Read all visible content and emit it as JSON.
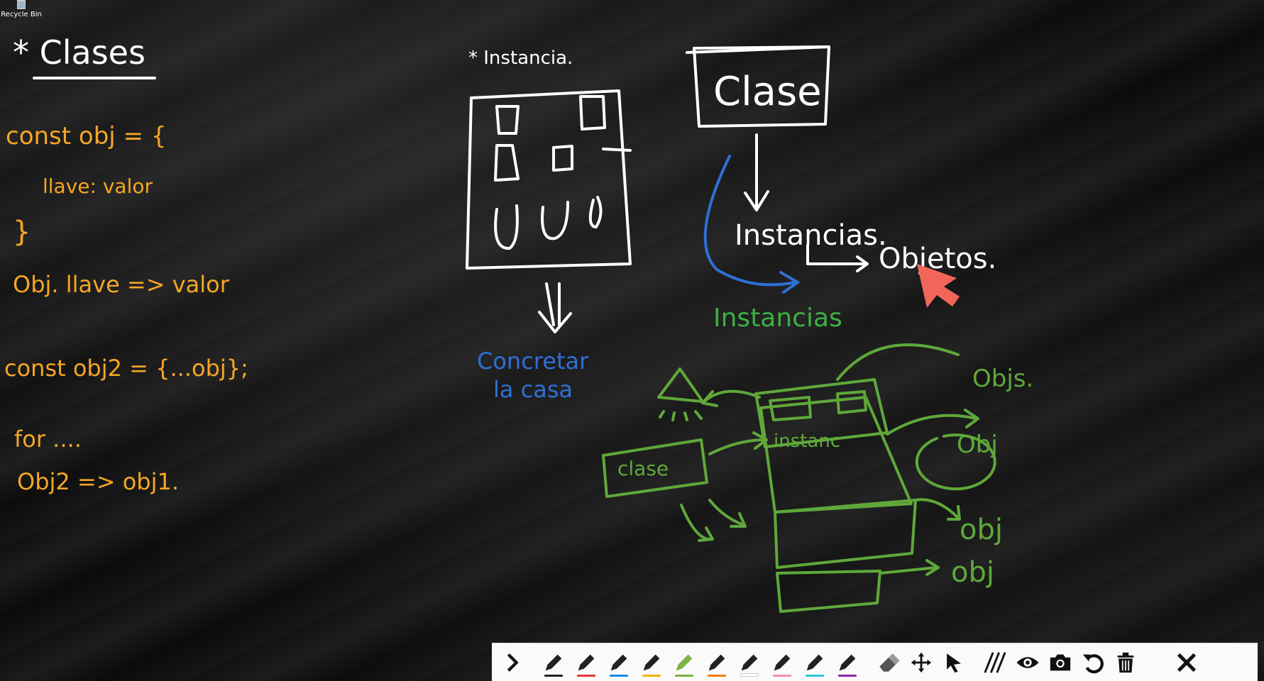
{
  "desktop": {
    "recycle_bin_label": "Recycle Bin"
  },
  "left_notes": {
    "heading": "* Clases",
    "lines": [
      "const obj = {",
      "llave: valor",
      "}",
      "Obj. llave => valor",
      "const obj2 = {...obj};",
      "for ....",
      "Obj2 => obj1."
    ],
    "color": "#f5a623"
  },
  "center_notes": {
    "title": "* Instancia.",
    "caption_line1": "Concretar",
    "caption_line2": "la casa",
    "caption_color": "#2f6fd6"
  },
  "right_notes": {
    "box_label": "Clase",
    "instances_label": "Instancias.",
    "objects_label": "Objetos.",
    "blue_label": "Instancias",
    "blue_label_color": "#3cb043",
    "arrow_color": "#2f6fd6"
  },
  "green_diagram": {
    "color": "#5fa83a",
    "class_box_label": "clase",
    "instance_label": "instanc",
    "obj_circle_label": "Obj",
    "objs_label": "Objs.",
    "obj_label_1": "obj",
    "obj_label_2": "obj"
  },
  "pointer": {
    "color": "#f2665a"
  },
  "toolbar": {
    "tools": [
      {
        "name": "collapse",
        "icon": "chevron-right-icon"
      },
      {
        "name": "pen-black",
        "icon": "pen-icon",
        "color": "#222222"
      },
      {
        "name": "pen-red",
        "icon": "pen-icon",
        "color": "#e53935"
      },
      {
        "name": "pen-blue",
        "icon": "pen-icon",
        "color": "#1e88e5"
      },
      {
        "name": "pen-yellow",
        "icon": "pen-icon",
        "color": "#f5b400"
      },
      {
        "name": "pen-green",
        "icon": "pen-icon",
        "color": "#7cb342"
      },
      {
        "name": "pen-orange",
        "icon": "pen-icon",
        "color": "#f57c00"
      },
      {
        "name": "pen-white",
        "icon": "pen-icon",
        "color": "#ffffff"
      },
      {
        "name": "pen-pink",
        "icon": "pen-icon",
        "color": "#f48fb1"
      },
      {
        "name": "pen-teal",
        "icon": "pen-icon",
        "color": "#26c6da"
      },
      {
        "name": "pen-purple",
        "icon": "pen-icon",
        "color": "#8e24aa"
      },
      {
        "name": "eraser",
        "icon": "eraser-icon"
      },
      {
        "name": "move",
        "icon": "move-icon"
      },
      {
        "name": "select",
        "icon": "pointer-icon"
      },
      {
        "name": "lines",
        "icon": "hatch-icon"
      },
      {
        "name": "visibility",
        "icon": "eye-icon"
      },
      {
        "name": "screenshot",
        "icon": "camera-icon"
      },
      {
        "name": "undo",
        "icon": "undo-icon"
      },
      {
        "name": "clear",
        "icon": "trash-icon"
      },
      {
        "name": "close",
        "icon": "close-icon"
      }
    ]
  }
}
